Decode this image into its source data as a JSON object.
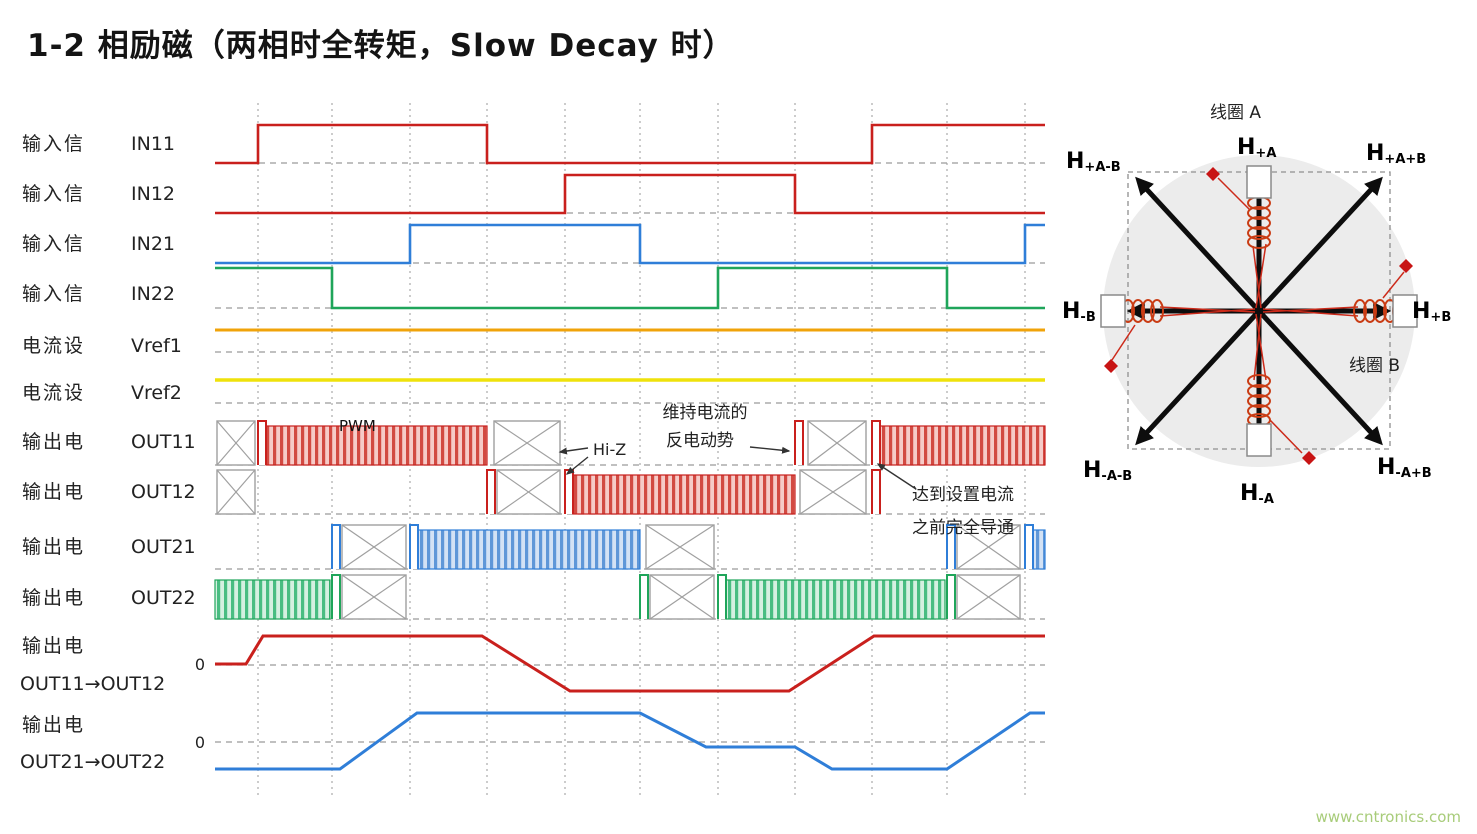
{
  "title": "1-2 相励磁（两相时全转矩，Slow Decay 时）",
  "watermark": "www.cntronics.com",
  "rows": [
    {
      "category": "输入信",
      "name": "IN11"
    },
    {
      "category": "输入信",
      "name": "IN12"
    },
    {
      "category": "输入信",
      "name": "IN21"
    },
    {
      "category": "输入信",
      "name": "IN22"
    },
    {
      "category": "电流设",
      "name": "Vref1"
    },
    {
      "category": "电流设",
      "name": "Vref2"
    },
    {
      "category": "输出电",
      "name": "OUT11"
    },
    {
      "category": "输出电",
      "name": "OUT12"
    },
    {
      "category": "输出电",
      "name": "OUT21"
    },
    {
      "category": "输出电",
      "name": "OUT22"
    },
    {
      "category": "输出电",
      "name": "OUT11→OUT12",
      "zero": "0"
    },
    {
      "category": "输出电",
      "name": "OUT21→OUT22",
      "zero": "0"
    }
  ],
  "annotations": {
    "pwm": "PWM",
    "hiz": "Hi-Z",
    "hold_current": [
      "维持电流的",
      "反电动势"
    ],
    "full_conduct": [
      "达到设置电流",
      "之前完全导通"
    ]
  },
  "vector": {
    "coil_a": "线圈 A",
    "coil_b": "线圈 B",
    "labels": {
      "up": {
        "h": "H",
        "sub": "+A"
      },
      "up_right": {
        "h": "H",
        "sub": "+A+B"
      },
      "right": {
        "h": "H",
        "sub": "+B"
      },
      "down_right": {
        "h": "H",
        "sub": "-A+B"
      },
      "down": {
        "h": "H",
        "sub": "-A"
      },
      "down_left": {
        "h": "H",
        "sub": "-A-B"
      },
      "left": {
        "h": "H",
        "sub": "-B"
      },
      "up_left": {
        "h": "H",
        "sub": "+A-B"
      }
    }
  },
  "colors": {
    "signal_red": "#c9201d",
    "signal_blue": "#2f7ed8",
    "signal_green": "#1fa55a",
    "vref1_orange": "#f0a30a",
    "vref2_yellow": "#efe20b",
    "watermark_green": "#a8cc7a"
  }
}
